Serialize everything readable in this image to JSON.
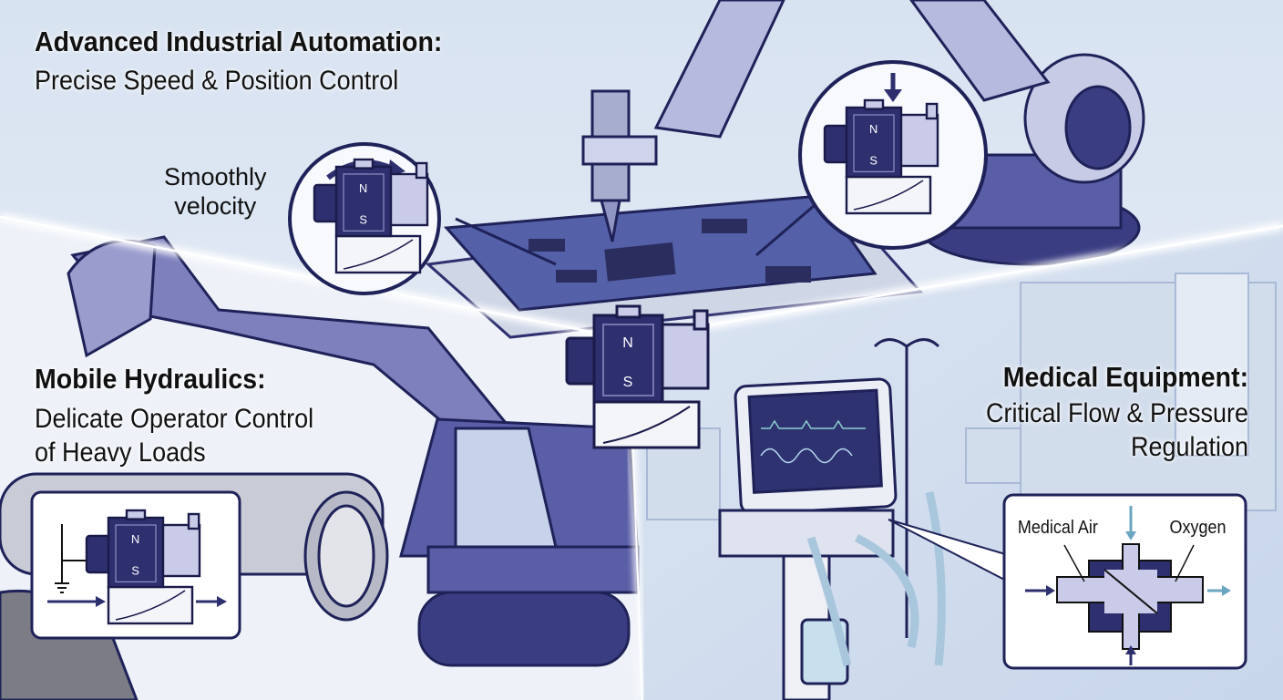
{
  "sections": {
    "industrial": {
      "heading": "Advanced Industrial Automation:",
      "subheading": "Precise Speed & Position Control",
      "callout_label_line1": "Smoothly",
      "callout_label_line2": "velocity"
    },
    "hydraulics": {
      "heading": "Mobile Hydraulics:",
      "subheading_line1": "Delicate Operator Control",
      "subheading_line2": "of Heavy Loads"
    },
    "medical": {
      "heading": "Medical Equipment:",
      "subheading_line1": "Critical Flow & Pressure",
      "subheading_line2": "Regulation",
      "diagram_labels": {
        "left": "Medical Air",
        "right": "Oxygen"
      }
    }
  },
  "valve": {
    "pole_north": "N",
    "pole_south": "S"
  },
  "colors": {
    "navy": "#2e2f6e",
    "lavender": "#8f8fc4",
    "light_lavender": "#c9cbe8",
    "background": "#dfe8f4",
    "glow": "#ffffff",
    "teal_arrow": "#6aa6c0"
  },
  "icons": [
    "valve-icon",
    "robot-arm-icon",
    "excavator-icon",
    "ventilator-icon",
    "arrow-icon"
  ]
}
